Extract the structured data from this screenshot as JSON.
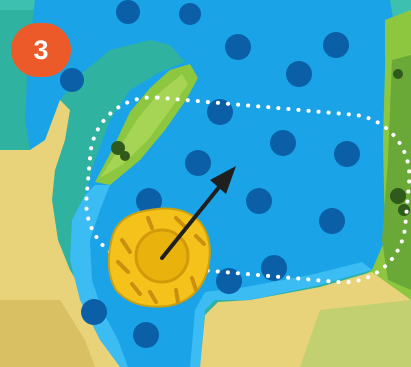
{
  "step": {
    "label": "3"
  },
  "colors": {
    "water": "#1aa3e6",
    "water_light": "#3bbcf2",
    "rock_dark": "#0a5fa6",
    "grass": "#8dc63f",
    "sand": "#e8d27a",
    "token": "#f4c21b",
    "badge": "#ec5a2a",
    "teal_bg": "#2fb3a0",
    "highlight_outline": "#ffffff"
  },
  "icons": {
    "token": "round-game-piece",
    "arrow": "movement-arrow",
    "zone": "dotted-target-zone"
  }
}
